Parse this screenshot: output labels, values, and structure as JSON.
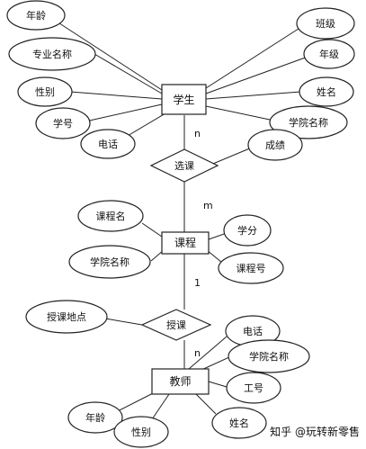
{
  "entities": {
    "student": "学生",
    "course": "课程",
    "teacher": "教师"
  },
  "relationships": {
    "enroll": "选课",
    "teach": "授课"
  },
  "student_attributes": {
    "age": "年龄",
    "major": "专业名称",
    "gender": "性别",
    "student_id": "学号",
    "phone": "电话",
    "class": "班级",
    "grade": "年级",
    "name": "姓名",
    "college": "学院名称"
  },
  "enroll_attributes": {
    "score": "成绩"
  },
  "course_attributes": {
    "course_name": "课程名",
    "college": "学院名称",
    "credit": "学分",
    "course_id": "课程号"
  },
  "teach_attributes": {
    "location": "授课地点"
  },
  "teacher_attributes": {
    "phone": "电话",
    "college": "学院名称",
    "staff_id": "工号",
    "name": "姓名",
    "age": "年龄",
    "gender": "性别"
  },
  "cardinalities": {
    "student_enroll": "n",
    "enroll_course": "m",
    "course_teach": "1",
    "teach_teacher": "n"
  },
  "watermark": "知乎 @玩转新零售"
}
